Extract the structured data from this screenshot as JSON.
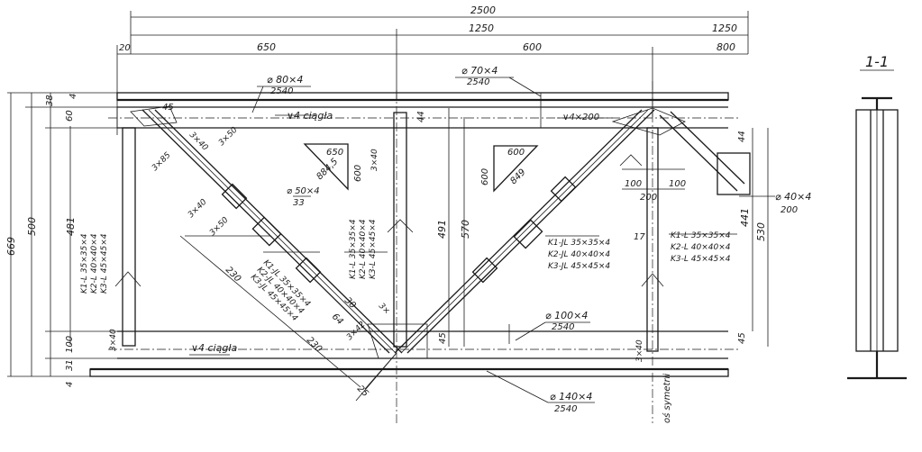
{
  "dims": {
    "overall": "2500",
    "half_left": "1250",
    "half_right": "1250",
    "seg_20": "20",
    "seg_650": "650",
    "seg_600": "600",
    "seg_800": "800",
    "left_total": "669",
    "left_500": "500",
    "left_481": "481",
    "v_38": "38",
    "v_60": "60",
    "v_4_top": "4",
    "v_100": "100",
    "v_31": "31",
    "v_4_bot": "4",
    "mid_44": "44",
    "mid_491": "491",
    "mid_570": "570",
    "mid_45": "45",
    "right_44": "44",
    "right_441": "441",
    "right_530": "530",
    "right_45": "45",
    "d_100a": "100",
    "d_100b": "100",
    "d_200": "200",
    "d_17": "17",
    "d_45": "45",
    "d_230a": "230",
    "d_230b": "230",
    "d_25": "25",
    "d_30": "30",
    "d_33": "33",
    "d_64": "64"
  },
  "labels": {
    "top_chord_left": "⌀ 80×4",
    "top_chord_left_len": "2540",
    "top_chord_right": "⌀ 70×4",
    "top_chord_right_len": "2540",
    "top_weld": "∨4 ciągła",
    "right_weld": "∨4×200",
    "bottom_chord_mid": "⌀ 100×4",
    "bottom_chord_mid_len": "2540",
    "bottom_weld": "∨4 ciągła",
    "bottom_chord_low": "⌀ 140×4",
    "bottom_chord_low_len": "2540",
    "right_plate": "⌀ 40×4",
    "right_plate_len": "200",
    "diag_plate": "⌀ 50×4",
    "diag_plate_len": "33",
    "weld_3x40a": "3×40",
    "weld_3x40b": "3×40",
    "weld_3x40c": "3×40",
    "weld_3x40d": "3×40",
    "weld_3x50a": "3×50",
    "weld_3x50b": "3×50",
    "weld_3x85": "3×85",
    "weld_3x42": "3×42",
    "weld_3x40e": "3×40",
    "weld_3x": "3×",
    "tri1_650": "650",
    "tri1_600": "600",
    "tri1_8845": "884,5",
    "tri2_600a": "600",
    "tri2_600b": "600",
    "tri2_849": "849",
    "symmetry_axis": "oś symetrii",
    "section_mark": "1-1"
  },
  "profiles": {
    "left_post": [
      "K1-L 35×35×4",
      "K2-L 40×40×4",
      "K3-L 45×45×4"
    ],
    "diag_left": [
      "K1-JL 35×35×4",
      "K2-JL 40×40×4",
      "K3-JL 45×45×4"
    ],
    "mid_post": [
      "K1-L 35×35×4",
      "K2-L 40×40×4",
      "K3-L 45×45×4"
    ],
    "diag_right": [
      "K1-JL 35×35×4",
      "K2-JL 40×40×4",
      "K3-JL 45×45×4"
    ],
    "right_post": [
      "K1-L 35×35×4",
      "K2-L 40×40×4",
      "K3-L 45×45×4"
    ]
  }
}
